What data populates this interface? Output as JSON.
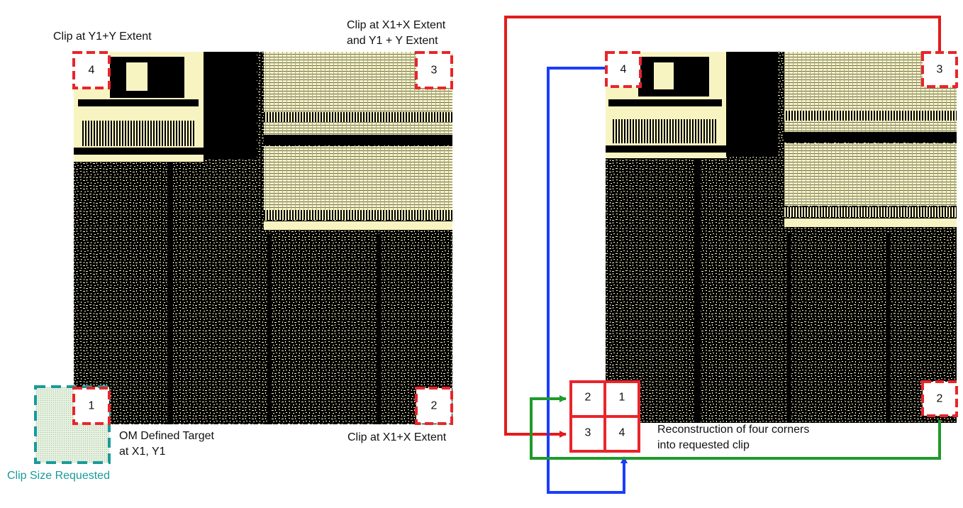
{
  "colors": {
    "die_background": "#000000",
    "die_foreground": "#f8f4c2",
    "corner_marker": "#e8252b",
    "clip_size": "#1a9a9a",
    "arrow_red": "#e21b1b",
    "arrow_blue": "#1a3cff",
    "arrow_green": "#1f9a2a"
  },
  "left_panel": {
    "label_corner_4": "Clip at Y1+Y Extent",
    "label_corner_3_line1": "Clip at X1+X Extent",
    "label_corner_3_line2": "and Y1 + Y Extent",
    "label_corner_2": "Clip at X1+X Extent",
    "label_target_line1": "OM Defined Target",
    "label_target_line2": "at X1, Y1",
    "label_clip_size": "Clip Size Requested",
    "corners": [
      "1",
      "2",
      "3",
      "4"
    ]
  },
  "right_panel": {
    "corners": [
      "2",
      "3",
      "4"
    ],
    "grid": [
      "2",
      "1",
      "3",
      "4"
    ],
    "caption_line1": "Reconstruction of four corners",
    "caption_line2": "into requested clip"
  },
  "icons": [
    "arrow-head-icon"
  ]
}
